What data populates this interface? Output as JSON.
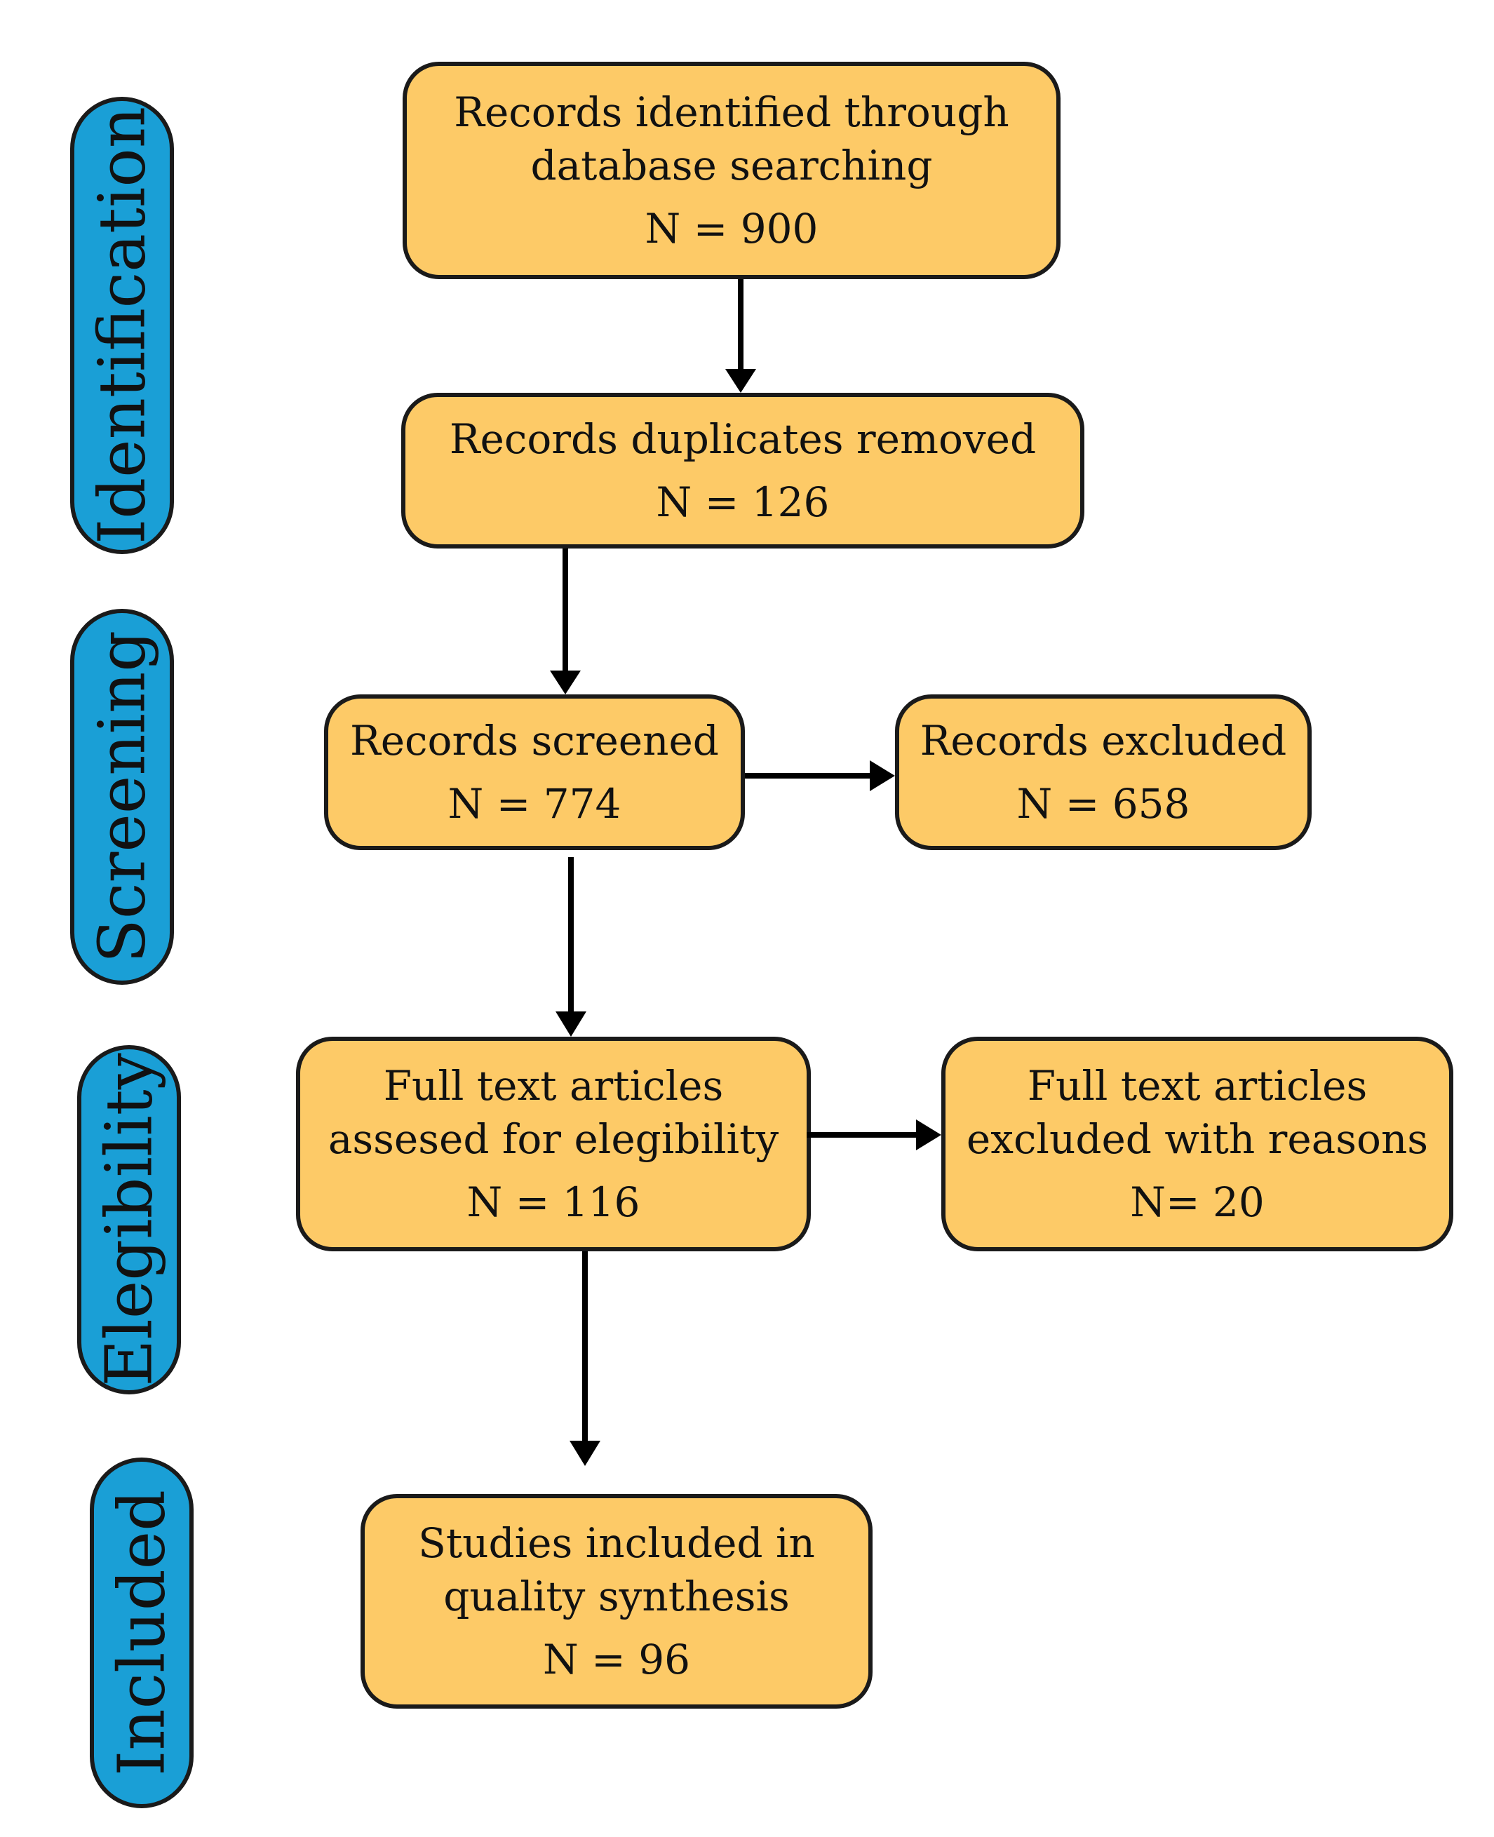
{
  "colors": {
    "stage_fill": "#1a9fd6",
    "box_fill": "#fdca67",
    "outline": "#1a1a1a",
    "arrow": "#000000"
  },
  "stages": {
    "identification": "Identification",
    "screening": "Screening",
    "eligibility": "Elegibility",
    "included": "Included"
  },
  "boxes": {
    "identified": {
      "lines": [
        "Records identified through",
        "database searching"
      ],
      "count": "N = 900"
    },
    "duplicates": {
      "lines": [
        "Records duplicates removed"
      ],
      "count": "N = 126"
    },
    "screened": {
      "lines": [
        "Records screened"
      ],
      "count": "N = 774"
    },
    "excluded": {
      "lines": [
        "Records excluded"
      ],
      "count": "N = 658"
    },
    "full_text": {
      "lines": [
        "Full text articles",
        "assesed for elegibility"
      ],
      "count": "N = 116"
    },
    "full_text_excluded": {
      "lines": [
        "Full text articles",
        "excluded with reasons"
      ],
      "count": "N= 20"
    },
    "included": {
      "lines": [
        "Studies included in",
        "quality synthesis"
      ],
      "count": "N = 96"
    }
  }
}
